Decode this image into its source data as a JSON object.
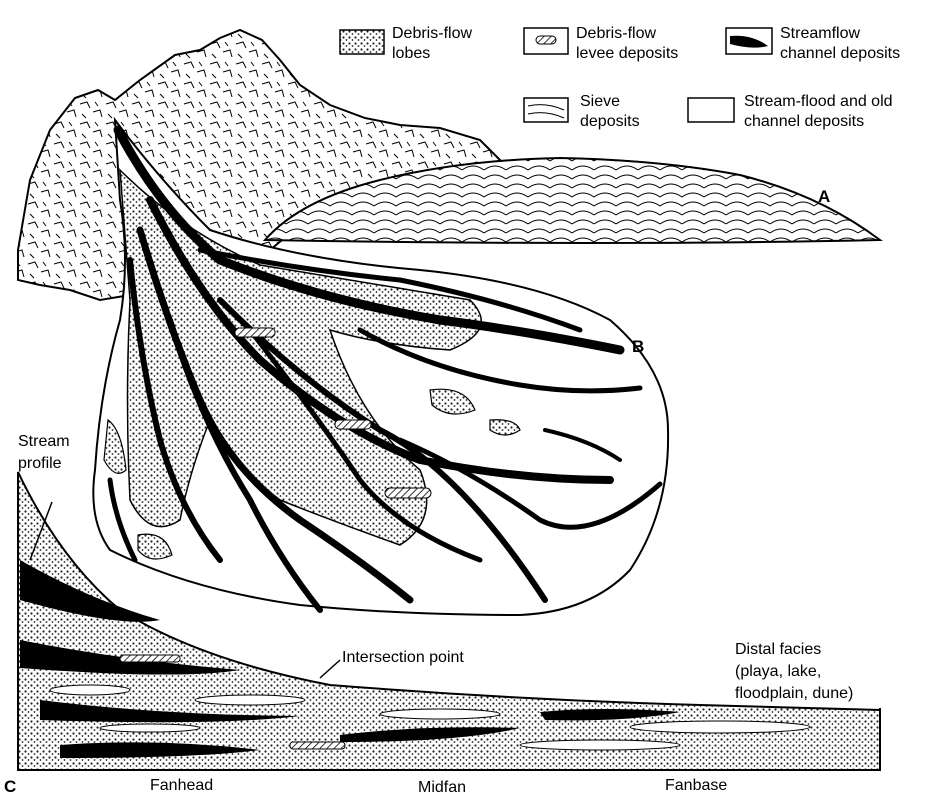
{
  "legend": {
    "debris_flow_lobes": [
      "Debris-flow",
      "lobes"
    ],
    "debris_flow_levee": [
      "Debris-flow",
      "levee deposits"
    ],
    "streamflow_channel": [
      "Streamflow",
      "channel deposits"
    ],
    "sieve": [
      "Sieve",
      "deposits"
    ],
    "stream_flood": [
      "Stream-flood and old",
      "channel deposits"
    ]
  },
  "panel_labels": {
    "a": "A",
    "b": "B",
    "c": "C"
  },
  "annotations": {
    "stream_profile": [
      "Stream",
      "profile"
    ],
    "intersection_point": "Intersection point",
    "distal_facies": [
      "Distal facies",
      "(playa, lake,",
      "floodplain, dune)"
    ]
  },
  "zones": {
    "fanhead": "Fanhead",
    "midfan": "Midfan",
    "fanbase": "Fanbase"
  },
  "colors": {
    "ink": "#000000",
    "paper": "#ffffff",
    "stipple": "#8a8a8a"
  }
}
